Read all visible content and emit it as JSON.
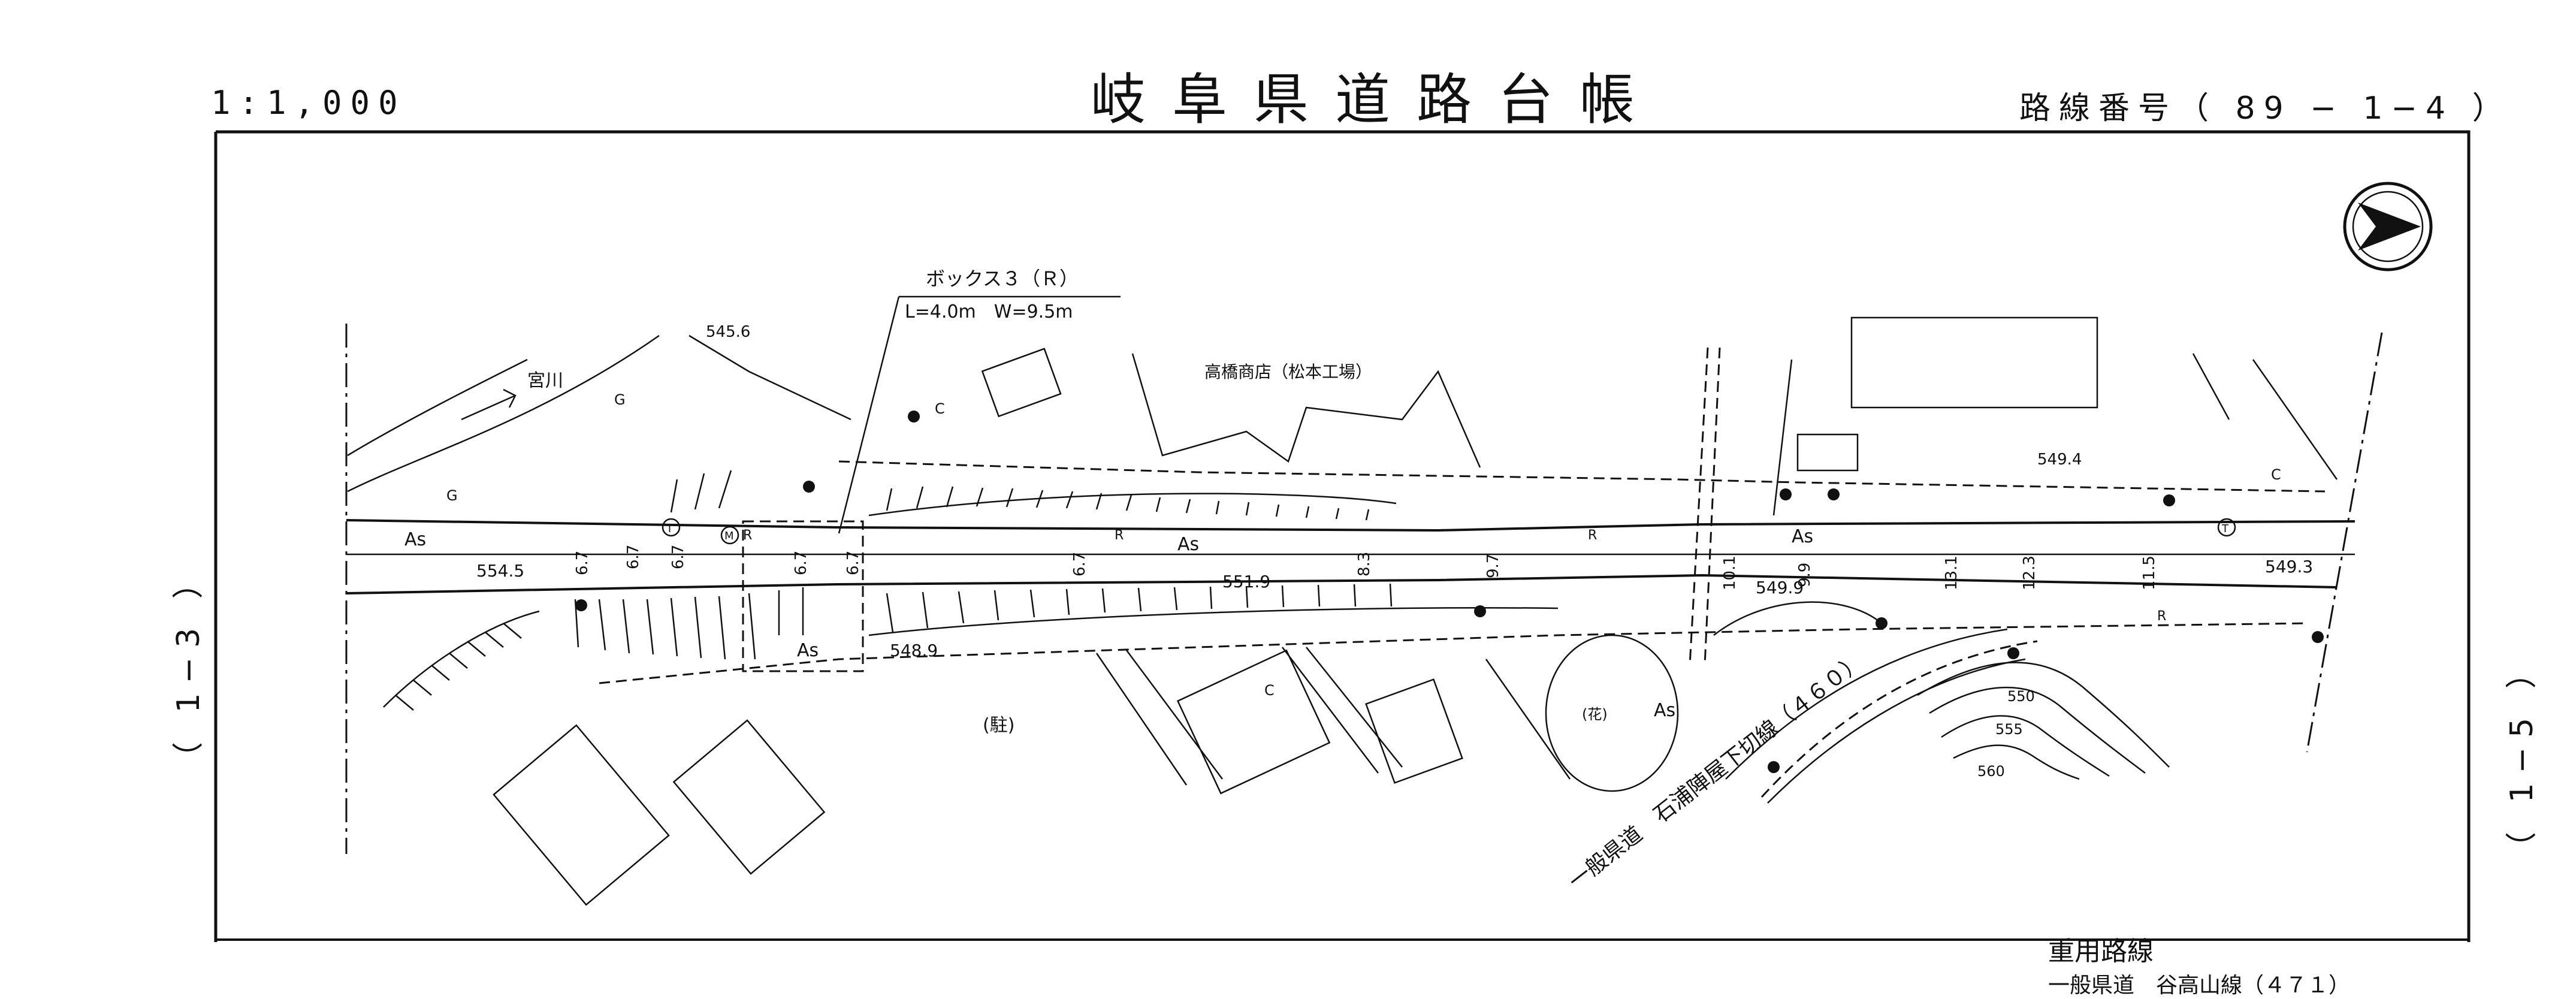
{
  "header": {
    "scale": "1:1,000",
    "title": "岐阜県道路台帳",
    "route_number": "路線番号（ 89 − 1−4 ）"
  },
  "adjacent_sheets": {
    "left": "（ 1−3 ）",
    "right": "（ 1−5 ）"
  },
  "overlap_route": {
    "label": "重用路線",
    "detail": "一般県道　谷高山線（４７１）"
  },
  "structure": {
    "name": "ボックス３（Ｒ）",
    "dims": "L=4.0m　W=9.5m"
  },
  "places": {
    "river": "宮川",
    "shop": "高橋商店（松本工場）",
    "parking": "(駐)",
    "flower": "(花)",
    "branch_route": "一般県道　石浦陣屋下切線（４６０）"
  },
  "elevations": [
    "545.6",
    "554.5",
    "548.9",
    "551.9",
    "549.9",
    "549.4",
    "549.3"
  ],
  "widths": [
    "6.7",
    "6.7",
    "6.7",
    "6.7",
    "6.7",
    "6.7",
    "8.3",
    "9.7",
    "10.1",
    "9.9",
    "13.1",
    "12.3",
    "11.5"
  ],
  "contours": [
    "550",
    "555",
    "560"
  ],
  "surface_labels": {
    "asphalt": "As",
    "ground": "G",
    "curve": "R",
    "concrete": "C",
    "telephone": "T",
    "manhole": "M"
  },
  "north_arrow": "north-arrow-icon"
}
